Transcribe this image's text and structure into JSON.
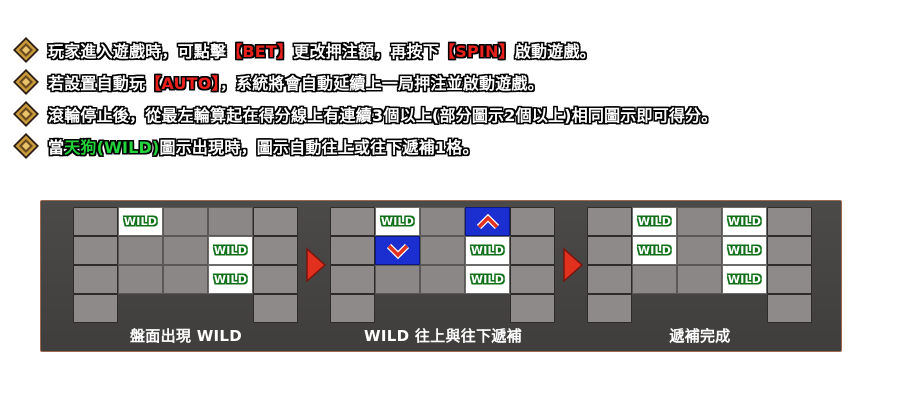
{
  "rules": [
    {
      "segments": [
        {
          "text": "玩家進入遊戲時，可點擊",
          "style": "normal"
        },
        {
          "text": "【BET】",
          "style": "red"
        },
        {
          "text": "更改押注額，再按下",
          "style": "normal"
        },
        {
          "text": "【SPIN】",
          "style": "red"
        },
        {
          "text": "啟動遊戲。",
          "style": "normal"
        }
      ]
    },
    {
      "segments": [
        {
          "text": "若設置自動玩",
          "style": "normal"
        },
        {
          "text": "【AUTO】",
          "style": "red"
        },
        {
          "text": "，系統將會自動延續上一局押注並啟動遊戲。",
          "style": "normal"
        }
      ]
    },
    {
      "segments": [
        {
          "text": "滾輪停止後，從最左輪算起在得分線上有連續3個以上(部分圖示2個以上)相同圖示即可得分。",
          "style": "normal"
        }
      ]
    },
    {
      "segments": [
        {
          "text": "當",
          "style": "normal"
        },
        {
          "text": "天狗(WILD)",
          "style": "green"
        },
        {
          "text": "圖示出現時，圖示自動往上或往下遞補1格。",
          "style": "normal"
        }
      ]
    }
  ],
  "demo": {
    "wild_label": "WILD",
    "steps": [
      {
        "caption": "盤面出現 WILD"
      },
      {
        "caption": "WILD 往上與往下遞補"
      },
      {
        "caption": "遞補完成"
      }
    ]
  },
  "colors": {
    "keyword_red": "#e8201c",
    "keyword_green": "#22d33a",
    "panel_bg": "#464544",
    "blue_cell": "#1b2fd1",
    "arrow_red": "#e2301e"
  },
  "icons": [
    "diamond-bullet-icon",
    "next-step-arrow-icon",
    "up-arrow-icon",
    "down-arrow-icon"
  ]
}
